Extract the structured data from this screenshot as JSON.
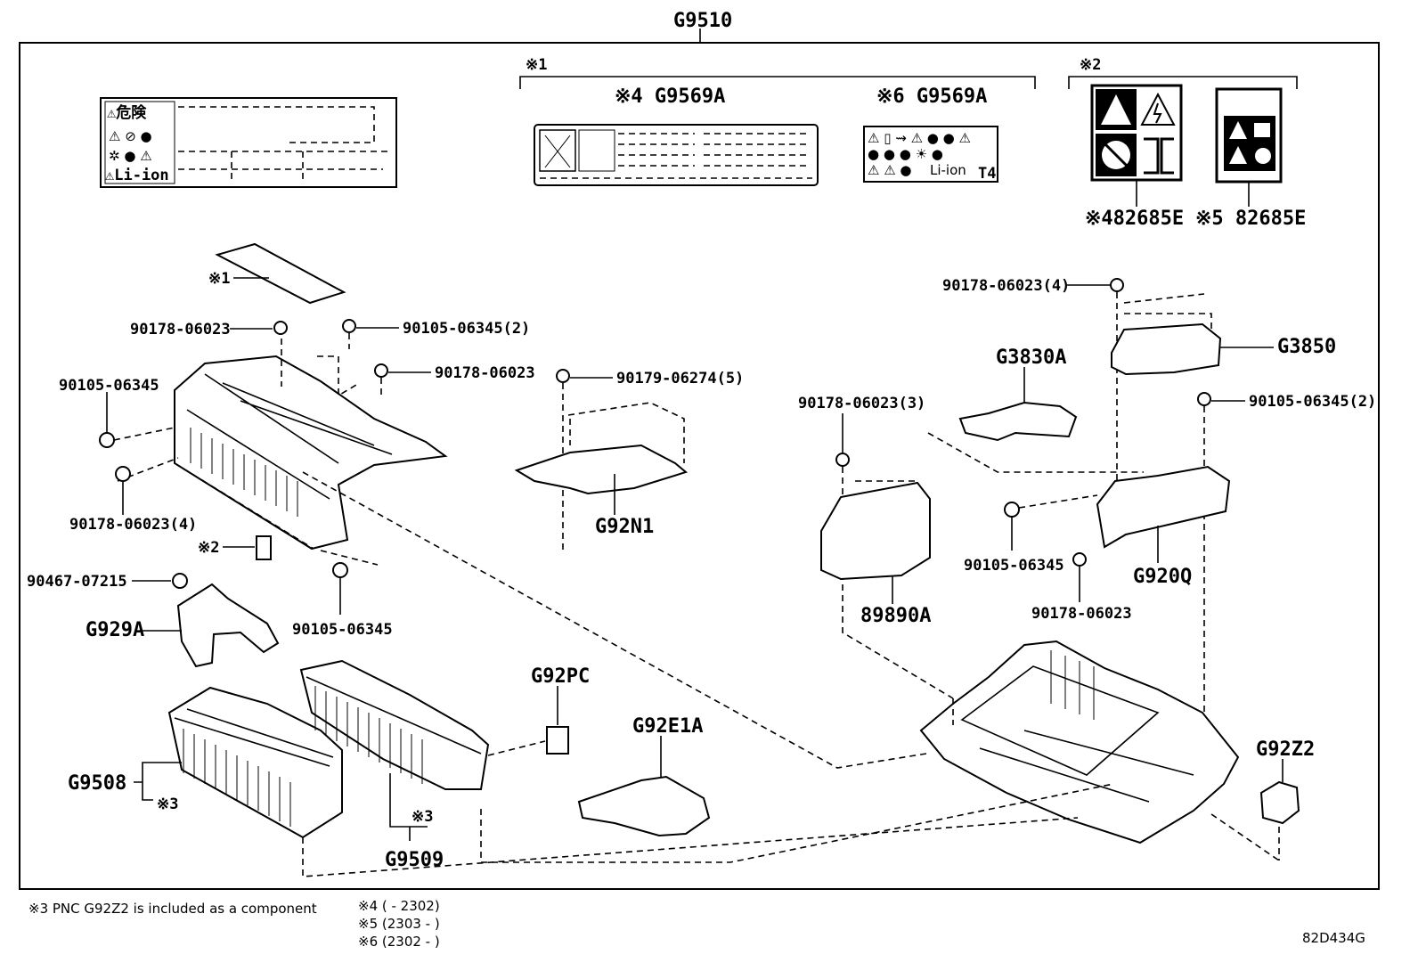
{
  "header": {
    "main_part": "G9510"
  },
  "groups": {
    "g1": "※1",
    "g2": "※2"
  },
  "labels": {
    "label_a": "※4 G9569A",
    "label_b": "※6 G9569A",
    "warn_a": "※482685E",
    "warn_b": "※5 82685E",
    "caution_title": "⚠危険",
    "li_ion": "⚠Li-ion",
    "li_ion_small": "Li-ion",
    "t4": "T4"
  },
  "parts": {
    "mark1": "※1",
    "mark2": "※2",
    "mark3a": "※3",
    "mark3b": "※3",
    "p90178_a": "90178-06023",
    "p90105_a": "90105-06345(2)",
    "p90178_b": "90178-06023",
    "p90105_b": "90105-06345",
    "p90178_c": "90178-06023(4)",
    "p90179": "90179-06274(5)",
    "g92n1": "G92N1",
    "p90467": "90467-07215",
    "g929a": "G929A",
    "p90105_c": "90105-06345",
    "g9508": "G9508",
    "g9509": "G9509",
    "g92pc": "G92PC",
    "g92e1a": "G92E1A",
    "p90178_d": "90178-06023(4)",
    "g3850": "G3850",
    "g3830a": "G3830A",
    "p90178_e": "90178-06023(3)",
    "p90105_d": "90105-06345(2)",
    "p89890a": "89890A",
    "p90105_e": "90105-06345",
    "g920q": "G920Q",
    "p90178_f": "90178-06023",
    "g92z2": "G92Z2"
  },
  "footnotes": {
    "note3": "※3 PNC G92Z2 is included as a component",
    "note4": "※4 (    - 2302)",
    "note5": "※5 (2303 -    )",
    "note6": "※6 (2302 -    )",
    "code": "82D434G"
  }
}
